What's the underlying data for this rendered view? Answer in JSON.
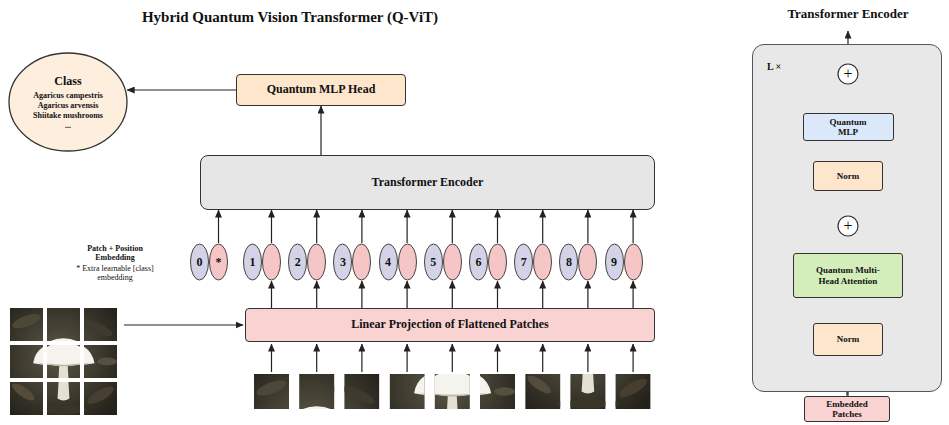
{
  "diagram": {
    "title": "Hybrid Quantum Vision Transformer (Q-ViT)",
    "nodes": [
      {
        "text": [
          "Class",
          "Agaricus campestris",
          "Agaricus arvensis",
          "Shiitake mushrooms",
          "..."
        ]
      },
      {
        "text": [
          "Quantum MLP Head"
        ]
      },
      {
        "text": [
          "Transformer Encoder"
        ]
      },
      {
        "text": [
          "0",
          "*"
        ]
      },
      {
        "text": [
          "1"
        ]
      },
      {
        "text": [
          "2"
        ]
      },
      {
        "text": [
          "3"
        ]
      },
      {
        "text": [
          "4"
        ]
      },
      {
        "text": [
          "5"
        ]
      },
      {
        "text": [
          "6"
        ]
      },
      {
        "text": [
          "7"
        ]
      },
      {
        "text": [
          "8"
        ]
      },
      {
        "text": [
          "9"
        ]
      },
      {
        "text": [
          "Linear Projection of Flattened Patches"
        ]
      },
      {
        "text": [
          "Transformer Encoder",
          "L ×"
        ]
      },
      {
        "text": [
          "+"
        ],
        "in": 14
      },
      {
        "text": [
          "Quantum MLP"
        ],
        "in": 14
      },
      {
        "text": [
          "Norm"
        ],
        "in": 14
      },
      {
        "text": [
          "+"
        ],
        "in": 14
      },
      {
        "text": [
          "Quantum Multi-Head Attention"
        ],
        "in": 14
      },
      {
        "text": [
          "Norm"
        ],
        "in": 14
      },
      {
        "text": [
          "Embedded Patches"
        ]
      }
    ],
    "edges": [
      {
        "from": 2,
        "to": 1,
        "arrow": "to"
      },
      {
        "from": 1,
        "to": 0,
        "arrow": "to"
      },
      {
        "from": 3,
        "to": 2,
        "arrow": "to"
      },
      {
        "from": 4,
        "to": 2,
        "arrow": "to"
      },
      {
        "from": 5,
        "to": 2,
        "arrow": "to"
      },
      {
        "from": 6,
        "to": 2,
        "arrow": "to"
      },
      {
        "from": 7,
        "to": 2,
        "arrow": "to"
      },
      {
        "from": 8,
        "to": 2,
        "arrow": "to"
      },
      {
        "from": 9,
        "to": 2,
        "arrow": "to"
      },
      {
        "from": 10,
        "to": 2,
        "arrow": "to"
      },
      {
        "from": 11,
        "to": 2,
        "arrow": "to"
      },
      {
        "from": 12,
        "to": 2,
        "arrow": "to"
      },
      {
        "from": 13,
        "to": 4,
        "arrow": "to"
      },
      {
        "from": 13,
        "to": 5,
        "arrow": "to"
      },
      {
        "from": 13,
        "to": 6,
        "arrow": "to"
      },
      {
        "from": 13,
        "to": 7,
        "arrow": "to"
      },
      {
        "from": 13,
        "to": 8,
        "arrow": "to"
      },
      {
        "from": 13,
        "to": 9,
        "arrow": "to"
      },
      {
        "from": 13,
        "to": 10,
        "arrow": "to"
      },
      {
        "from": 13,
        "to": 11,
        "arrow": "to"
      },
      {
        "from": 13,
        "to": 12,
        "arrow": "to"
      },
      {
        "from": 21,
        "to": 20,
        "arrow": "to"
      },
      {
        "from": 21,
        "to": 18,
        "arrow": "to"
      },
      {
        "from": 20,
        "to": 19,
        "arrow": "to"
      },
      {
        "from": 20,
        "to": 19,
        "arrow": "to"
      },
      {
        "from": 20,
        "to": 19,
        "arrow": "to"
      },
      {
        "from": 19,
        "to": 18,
        "arrow": "to"
      },
      {
        "from": 18,
        "to": 17,
        "arrow": "to"
      },
      {
        "from": 18,
        "to": 15,
        "arrow": "to"
      },
      {
        "from": 17,
        "to": 16,
        "arrow": "to"
      },
      {
        "from": 16,
        "to": 15,
        "arrow": "to"
      }
    ],
    "labels": [
      "Patch + Position Embedding",
      "* Extra learnable [class] embedding"
    ]
  }
}
